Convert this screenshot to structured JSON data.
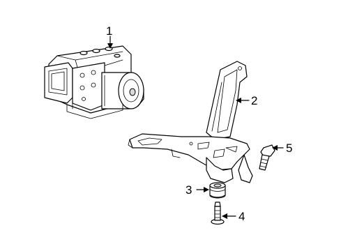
{
  "callouts": [
    {
      "id": "1",
      "label": "1"
    },
    {
      "id": "2",
      "label": "2"
    },
    {
      "id": "3",
      "label": "3"
    },
    {
      "id": "4",
      "label": "4"
    },
    {
      "id": "5",
      "label": "5"
    }
  ],
  "colors": {
    "line": "#000000",
    "background": "#ffffff",
    "shade": "#d9d9d9"
  }
}
